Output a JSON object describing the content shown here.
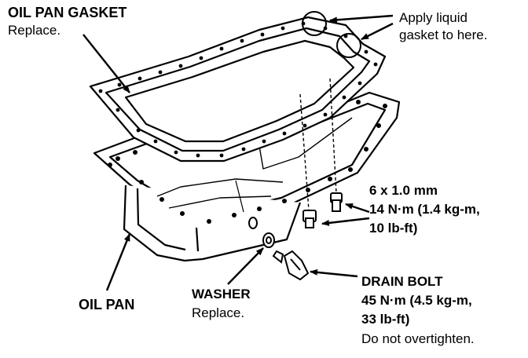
{
  "labels": {
    "gasket_title": "OIL PAN GASKET",
    "gasket_note": "Replace.",
    "liquid_line1": "Apply liquid",
    "liquid_line2": "gasket to here.",
    "bolt_size": "6 x 1.0 mm",
    "bolt_torque_1": "14 N·m (1.4 kg-m,",
    "bolt_torque_2": "10 lb-ft)",
    "drain_title": "DRAIN BOLT",
    "drain_torque_1": "45 N·m (4.5 kg-m,",
    "drain_torque_2": "33 lb-ft)",
    "drain_note": "Do not overtighten.",
    "washer_title": "WASHER",
    "washer_note": "Replace.",
    "oil_pan": "OIL PAN"
  }
}
